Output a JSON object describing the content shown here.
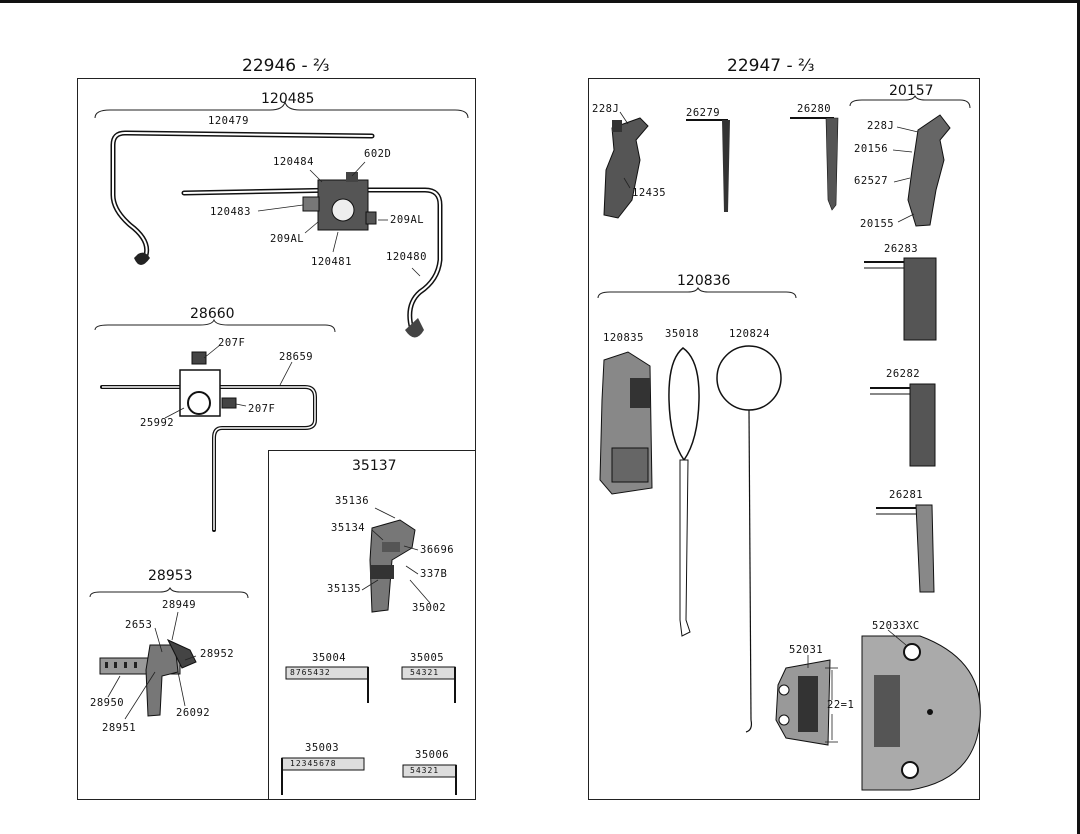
{
  "left_page": {
    "header": "22946 - ⅔",
    "groups": {
      "g1": "120485",
      "g2": "28660",
      "g3": "28953",
      "g4": "35137"
    },
    "labels": {
      "p120479": "120479",
      "p120484": "120484",
      "p602d": "602D",
      "p120483": "120483",
      "p209al_r": "209AL",
      "p209al_l": "209AL",
      "p120481": "120481",
      "p120480": "120480",
      "p207f_top": "207F",
      "p28659": "28659",
      "p207f_r": "207F",
      "p25992": "25992",
      "p28949": "28949",
      "p2653": "2653",
      "p28952": "28952",
      "p28950": "28950",
      "p26092": "26092",
      "p28951": "28951",
      "p35136": "35136",
      "p35134": "35134",
      "p36696": "36696",
      "p337b": "337B",
      "p35135": "35135",
      "p35002": "35002",
      "p35004": "35004",
      "p35005": "35005",
      "p35003": "35003",
      "p35006": "35006"
    },
    "scales": {
      "s35004": "8765432",
      "s35005": "54321",
      "s35003": "12345678",
      "s35006": "54321"
    }
  },
  "right_page": {
    "header": "22947 - ⅔",
    "groups": {
      "g1": "20157",
      "g2": "120836"
    },
    "labels": {
      "p228j_a": "228J",
      "p12435": "12435",
      "p26279": "26279",
      "p26280": "26280",
      "p228j_b": "228J",
      "p20156": "20156",
      "p62527": "62527",
      "p20155": "20155",
      "p26283": "26283",
      "p120835": "120835",
      "p35018": "35018",
      "p120824": "120824",
      "p26282": "26282",
      "p26281": "26281",
      "p52033xc": "52033XC",
      "p52031": "52031",
      "p22eq1": "22=1"
    }
  }
}
